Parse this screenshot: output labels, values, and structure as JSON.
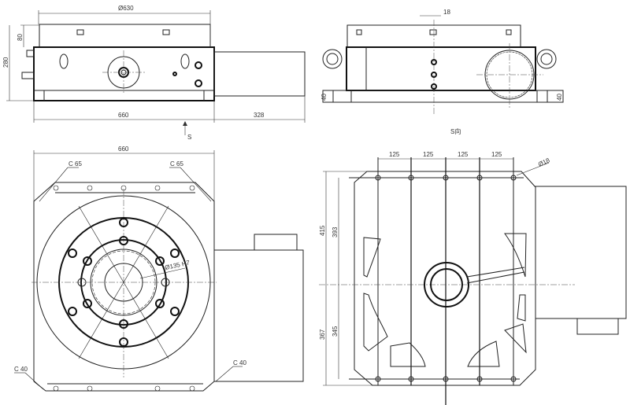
{
  "front_view": {
    "dim_table_dia": "Ø630",
    "dim_table_height": "80",
    "dim_total_height": "280",
    "dim_body_width": "660",
    "dim_motor_length": "328",
    "view_arrow": "S"
  },
  "side_view": {
    "dim_slot": "18",
    "dim_base_left": "40",
    "dim_base_right": "40",
    "title": "S向"
  },
  "top_view": {
    "dim_width": "660",
    "chamfer_top_left": "C 65",
    "chamfer_top_right": "C 65",
    "chamfer_bottom_left": "C 40",
    "chamfer_bottom_right": "C 40",
    "bore": "Ø135 H7"
  },
  "bottom_view": {
    "pitches": [
      "125",
      "125",
      "125",
      "125"
    ],
    "hole": "Ø18",
    "dim_upper_outer": "415",
    "dim_upper_inner": "393",
    "dim_lower_outer": "367",
    "dim_lower_inner": "345"
  }
}
